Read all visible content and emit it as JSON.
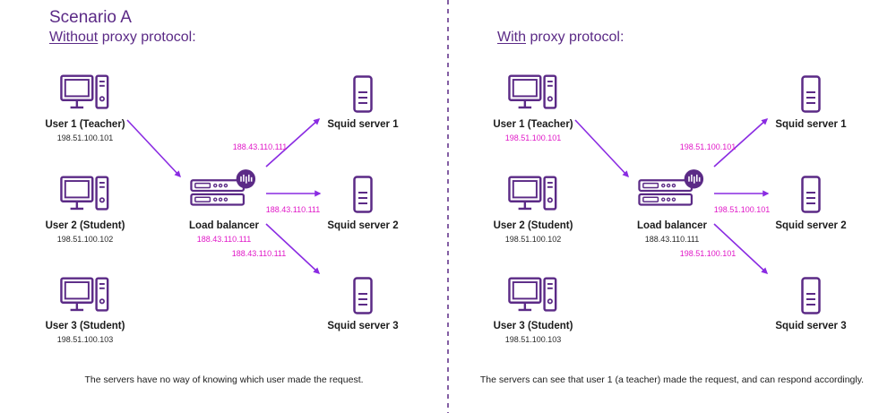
{
  "colors": {
    "purple": "#5b2a86",
    "accent": "#8a2be2",
    "magenta": "#e11ac8",
    "divider": "#5b2a86"
  },
  "icons": {
    "user": "desktop-computer-icon",
    "lb": "load-balancer-icon",
    "badge": "haproxy-logo-icon",
    "server": "server-icon"
  },
  "title": "Scenario A",
  "left": {
    "subtitle_u": "Without",
    "subtitle_rest": " proxy protocol:",
    "users": [
      {
        "name": "User 1 (Teacher)",
        "ip": "198.51.100.101"
      },
      {
        "name": "User 2 (Student)",
        "ip": "198.51.100.102"
      },
      {
        "name": "User 3 (Student)",
        "ip": "198.51.100.103"
      }
    ],
    "lb": {
      "name": "Load balancer",
      "ip": "188.43.110.111"
    },
    "servers": [
      "Squid server 1",
      "Squid server 2",
      "Squid server 3"
    ],
    "arrow_ips": [
      "188.43.110.111",
      "188.43.110.111",
      "188.43.110.111"
    ],
    "caption": "The servers have no way of knowing which user made the request."
  },
  "right": {
    "subtitle_u": "With",
    "subtitle_rest": " proxy protocol:",
    "users": [
      {
        "name": "User 1 (Teacher)",
        "ip": "198.51.100.101"
      },
      {
        "name": "User 2 (Student)",
        "ip": "198.51.100.102"
      },
      {
        "name": "User 3 (Student)",
        "ip": "198.51.100.103"
      }
    ],
    "lb": {
      "name": "Load balancer",
      "ip": "188.43.110.111"
    },
    "servers": [
      "Squid server 1",
      "Squid server 2",
      "Squid server 3"
    ],
    "arrow_ips": [
      "198.51.100.101",
      "198.51.100.101",
      "198.51.100.101"
    ],
    "caption": "The servers can see that user 1 (a teacher) made the request, and can respond accordingly."
  }
}
